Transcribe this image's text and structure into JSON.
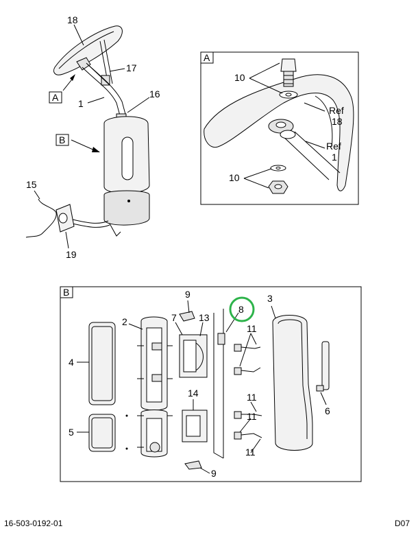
{
  "panel_a": {
    "label": "A",
    "callouts": [
      "10",
      "10"
    ],
    "ref_18": [
      "Ref",
      "18"
    ],
    "ref_1": [
      "Ref",
      "1"
    ]
  },
  "panel_b": {
    "label": "B",
    "callouts": [
      "9",
      "7",
      "13",
      "8",
      "3",
      "2",
      "4",
      "11",
      "11",
      "11",
      "11",
      "14",
      "5",
      "6",
      "9"
    ]
  },
  "main_assembly": {
    "callouts": [
      "18",
      "17",
      "16",
      "1",
      "15",
      "19"
    ],
    "box_a": "A",
    "box_b": "B"
  },
  "highlight_color": "#2db34a",
  "footer": {
    "left": "16-503-0192-01",
    "right": "D07"
  }
}
